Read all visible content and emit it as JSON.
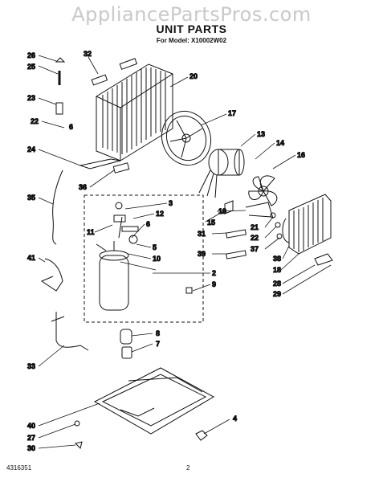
{
  "watermark": "AppliancePartsPros.com",
  "title": "UNIT PARTS",
  "subtitle": "For Model: X10002W02",
  "footer": {
    "left": "4316351",
    "center": "2"
  },
  "callouts": [
    "26",
    "25",
    "23",
    "22",
    "32",
    "20",
    "17",
    "13",
    "14",
    "16",
    "24",
    "36",
    "35",
    "3",
    "12",
    "6",
    "11",
    "5",
    "10",
    "15",
    "19",
    "21",
    "31",
    "22",
    "37",
    "39",
    "38",
    "18",
    "41",
    "2",
    "9",
    "28",
    "29",
    "8",
    "7",
    "33",
    "40",
    "4",
    "27",
    "30"
  ],
  "colors": {
    "ink": "#111111",
    "watermark": "#c9c9c9",
    "paper": "#ffffff"
  }
}
